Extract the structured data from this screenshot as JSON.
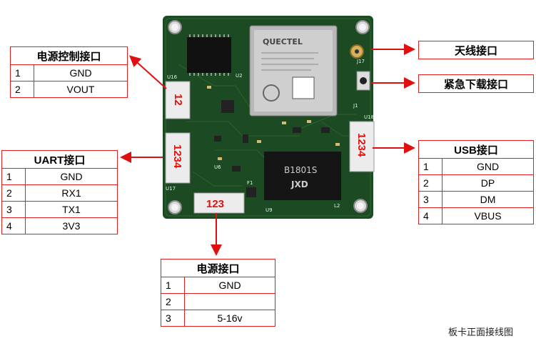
{
  "tables": {
    "power_ctrl": {
      "title": "电源控制接口",
      "rows": [
        [
          "1",
          "GND"
        ],
        [
          "2",
          "VOUT"
        ]
      ]
    },
    "uart": {
      "title": "UART接口",
      "rows": [
        [
          "1",
          "GND"
        ],
        [
          "2",
          "RX1"
        ],
        [
          "3",
          "TX1"
        ],
        [
          "4",
          "3V3"
        ]
      ]
    },
    "power": {
      "title": "电源接口",
      "rows": [
        [
          "1",
          "GND"
        ],
        [
          "2",
          ""
        ],
        [
          "3",
          "5-16v"
        ]
      ]
    },
    "usb": {
      "title": "USB接口",
      "rows": [
        [
          "1",
          "GND"
        ],
        [
          "2",
          "DP"
        ],
        [
          "3",
          "DM"
        ],
        [
          "4",
          "VBUS"
        ]
      ]
    }
  },
  "labels": {
    "antenna": "天线接口",
    "emergency": "紧急下载接口"
  },
  "board": {
    "module_brand": "QUECTEL",
    "chip_marking": "B1801S",
    "chip_brand": "JXD",
    "connector_marks": {
      "power_ctrl": "12",
      "uart": "1234",
      "power": "123",
      "usb": "1234"
    },
    "silk": {
      "u16": "U16",
      "u17": "U17",
      "u18": "U18",
      "j17": "J17",
      "f1": "F1",
      "u6": "U6",
      "l2": "L2",
      "j1": "J1",
      "u2": "U2",
      "u9": "U9"
    }
  },
  "caption": "板卡正面接线图",
  "colors": {
    "pcb": "#1c4a22",
    "pcb_dark": "#123518",
    "red": "#e01010",
    "silver": "#c8c8c8"
  }
}
